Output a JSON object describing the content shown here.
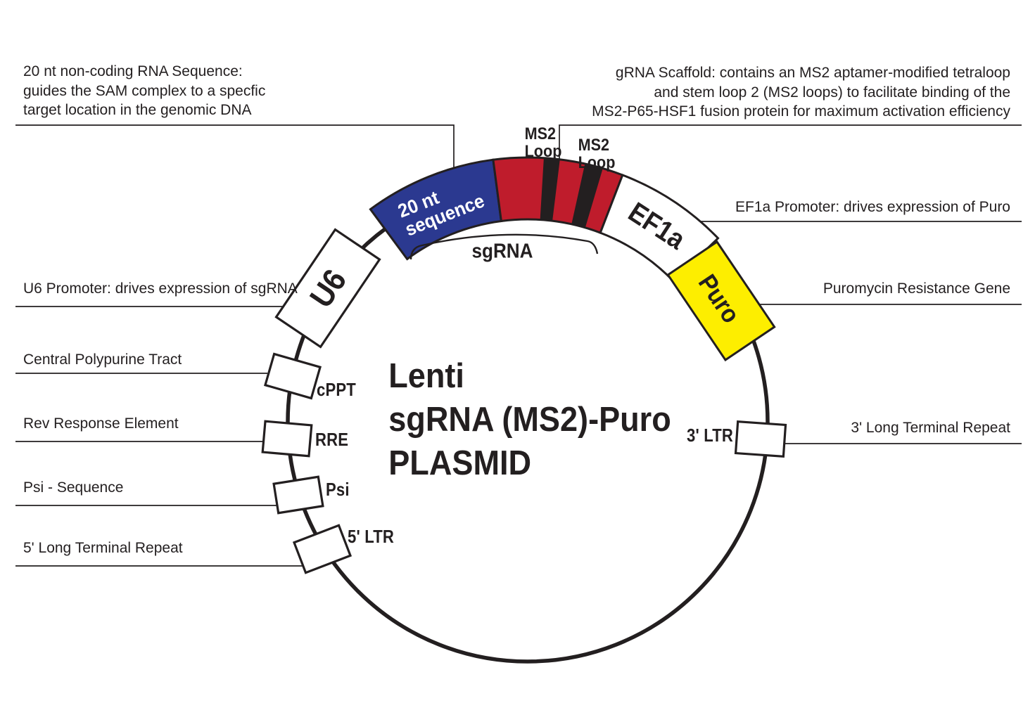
{
  "figure": {
    "title_lines": [
      "Lenti",
      "sgRNA (MS2)-Puro",
      "PLASMID"
    ]
  },
  "colors": {
    "ink": "#231f20",
    "blue": "#2b3990",
    "red": "#bf1c2c",
    "yellow": "#fdee00",
    "white": "#ffffff"
  },
  "annotations": {
    "top_left_lines": [
      "20 nt non-coding RNA Sequence:",
      "guides the SAM complex to a specfic",
      "target location in the genomic DNA"
    ],
    "top_right_lines": [
      "gRNA Scaffold: contains an MS2 aptamer-modified tetraloop",
      "and stem loop 2 (MS2 loops) to facilitate binding of the",
      "MS2-P65-HSF1 fusion protein for maximum activation efficiency"
    ],
    "u6": "U6 Promoter: drives expression of sgRNA",
    "cppt": "Central Polypurine Tract",
    "rre": "Rev Response Element",
    "psi": "Psi - Sequence",
    "ltr5": "5' Long Terminal Repeat",
    "ef1a": "EF1a Promoter: drives expression of Puro",
    "puro": "Puromycin Resistance Gene",
    "ltr3": "3' Long Terminal Repeat"
  },
  "plasmid": {
    "segment_20nt_line1": "20 nt",
    "segment_20nt_line2": "sequence",
    "ms2_label_line1": "MS2",
    "ms2_label_line2": "Loop",
    "ef1a": "EF1a",
    "puro": "Puro",
    "u6": "U6",
    "cppt": "cPPT",
    "rre": "RRE",
    "psi": "Psi",
    "ltr5": "5' LTR",
    "ltr3": "3' LTR",
    "sgrna": "sgRNA"
  }
}
